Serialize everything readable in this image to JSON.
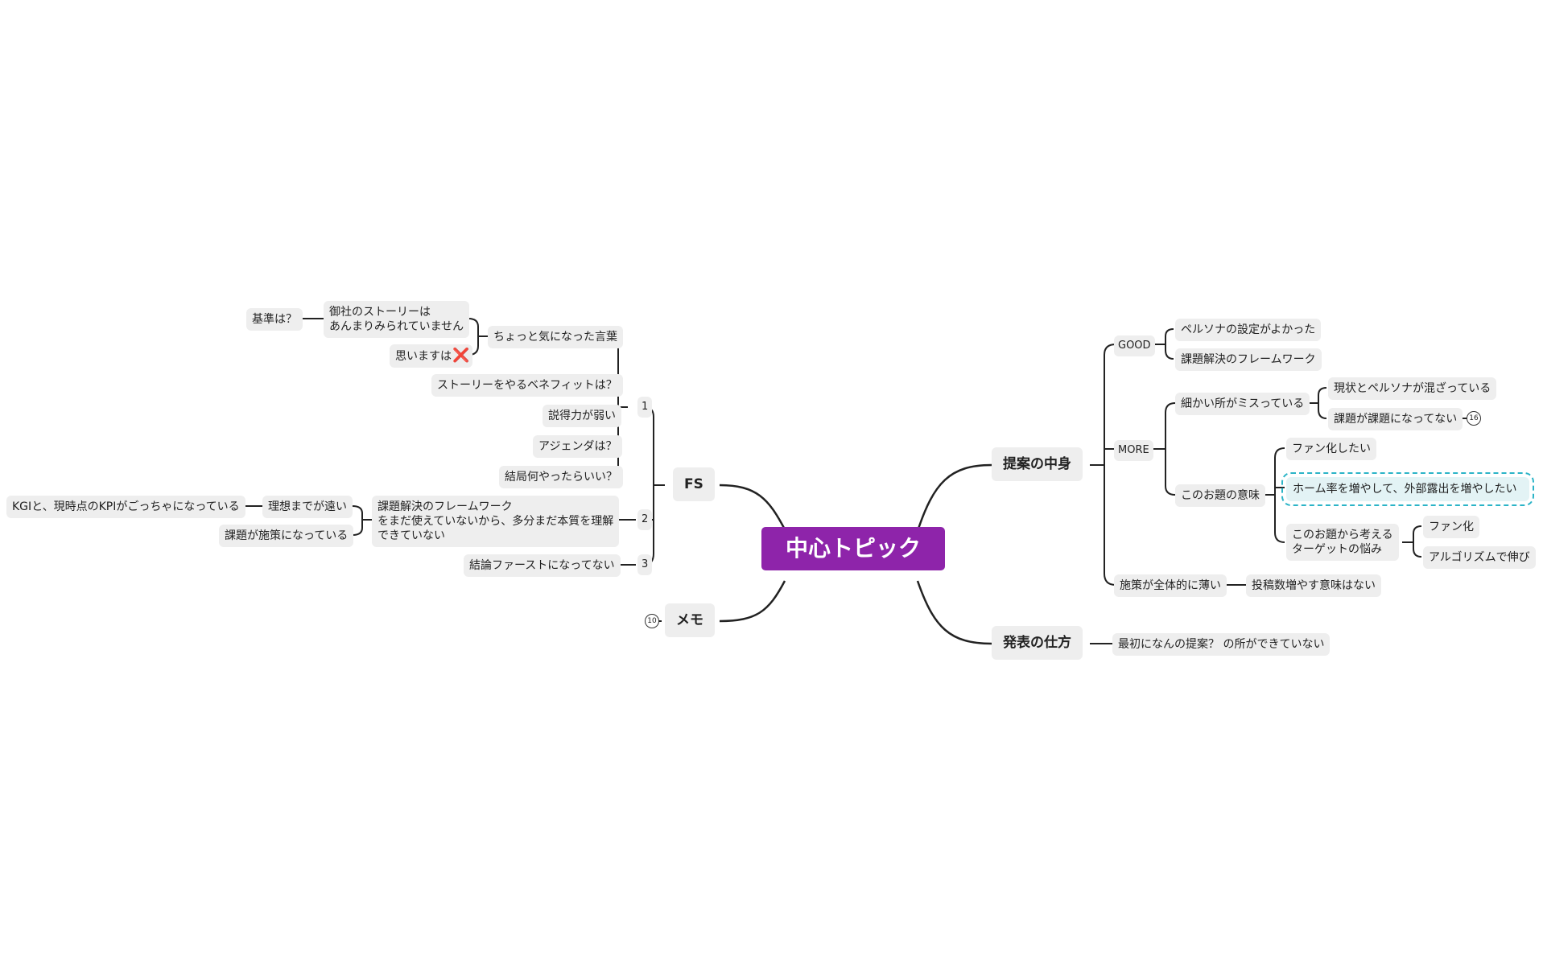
{
  "mindmap": {
    "root": "中心トピック",
    "branches": {
      "teian": {
        "label": "提案の中身",
        "good": {
          "label": "GOOD",
          "items": [
            "ペルソナの設定がよかった",
            "課題解決のフレームワーク"
          ]
        },
        "more": {
          "label": "MORE",
          "komakai": {
            "label": "細かい所がミスっている",
            "items": [
              "現状とペルソナが混ざっている",
              "課題が課題になってない"
            ],
            "badge": "16"
          },
          "imi": {
            "label": "このお題の意味",
            "items": [
              "ファン化したい",
              "ホーム率を増やして、外部露出を増やしたい"
            ],
            "nayami": {
              "line1": "このお題から考える",
              "line2": "ターゲットの悩み",
              "items": [
                "ファン化",
                "アルゴリズムで伸び"
              ]
            }
          }
        },
        "usui": {
          "label": "施策が全体的に薄い",
          "child": "投稿数増やす意味はない"
        }
      },
      "happyo": {
        "label": "発表の仕方",
        "child": "最初になんの提案？ の所ができていない"
      },
      "fs": {
        "label": "FS",
        "n1": {
          "label": "1",
          "kotoba": {
            "label": "ちょっと気になった言葉",
            "story_line1": "御社のストーリーは",
            "story_line2": "あんまりみられていません",
            "kijun": "基準は？",
            "omoimasu": "思いますは",
            "x_mark": "❌"
          },
          "items": [
            "ストーリーをやるベネフィットは？",
            "説得力が弱い",
            "アジェンダは？",
            "結局何やったらいい？"
          ]
        },
        "n2": {
          "label": "2",
          "fw_line1": "課題解決のフレームワーク",
          "fw_line2": "をまだ使えていないから、多分まだ本質を理解",
          "fw_line3": "できていない",
          "riso": "理想までが遠い",
          "kgi": "KGIと、現時点のKPIがごっちゃになっている",
          "sesaku": "課題が施策になっている"
        },
        "n3": {
          "label": "3",
          "child": "結論ファーストになってない"
        }
      },
      "memo": {
        "label": "メモ",
        "badge": "10"
      }
    }
  }
}
